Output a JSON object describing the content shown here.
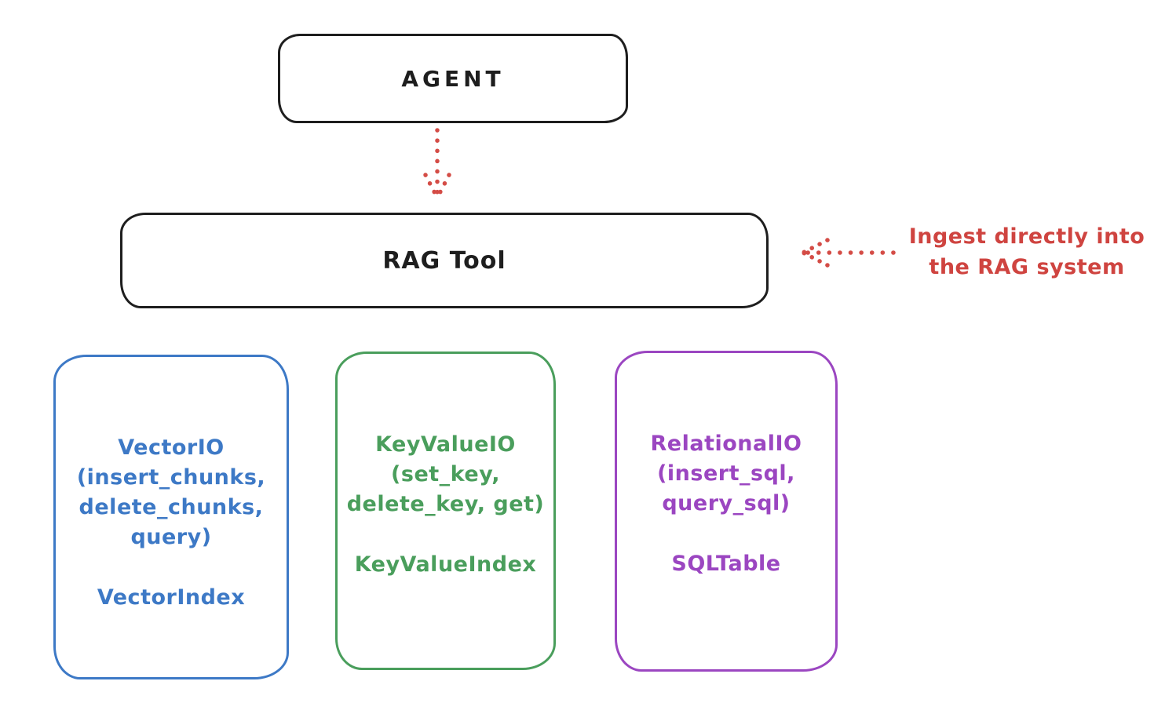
{
  "colors": {
    "ink": "#1e1e1e",
    "red": "#cf4440",
    "blue": "#3d79c6",
    "green": "#4a9e5c",
    "purple": "#9b46c1",
    "background": "#ffffff"
  },
  "agent_box": {
    "label": "AGENT"
  },
  "rag_tool_box": {
    "label": "RAG Tool"
  },
  "ingest_annotation": {
    "line1": "Ingest directly into",
    "line2": "the RAG system"
  },
  "io_boxes": [
    {
      "id": "vector-io",
      "color": "#3d79c6",
      "lines": [
        "VectorIO",
        "(insert_chunks,",
        "delete_chunks,",
        "query)"
      ],
      "index_label": "VectorIndex"
    },
    {
      "id": "keyvalue-io",
      "color": "#4a9e5c",
      "lines": [
        "KeyValueIO",
        "(set_key,",
        "delete_key, get)"
      ],
      "index_label": "KeyValueIndex"
    },
    {
      "id": "relational-io",
      "color": "#9b46c1",
      "lines": [
        "RelationalIO",
        "(insert_sql,",
        "query_sql)"
      ],
      "index_label": "SQLTable"
    }
  ]
}
